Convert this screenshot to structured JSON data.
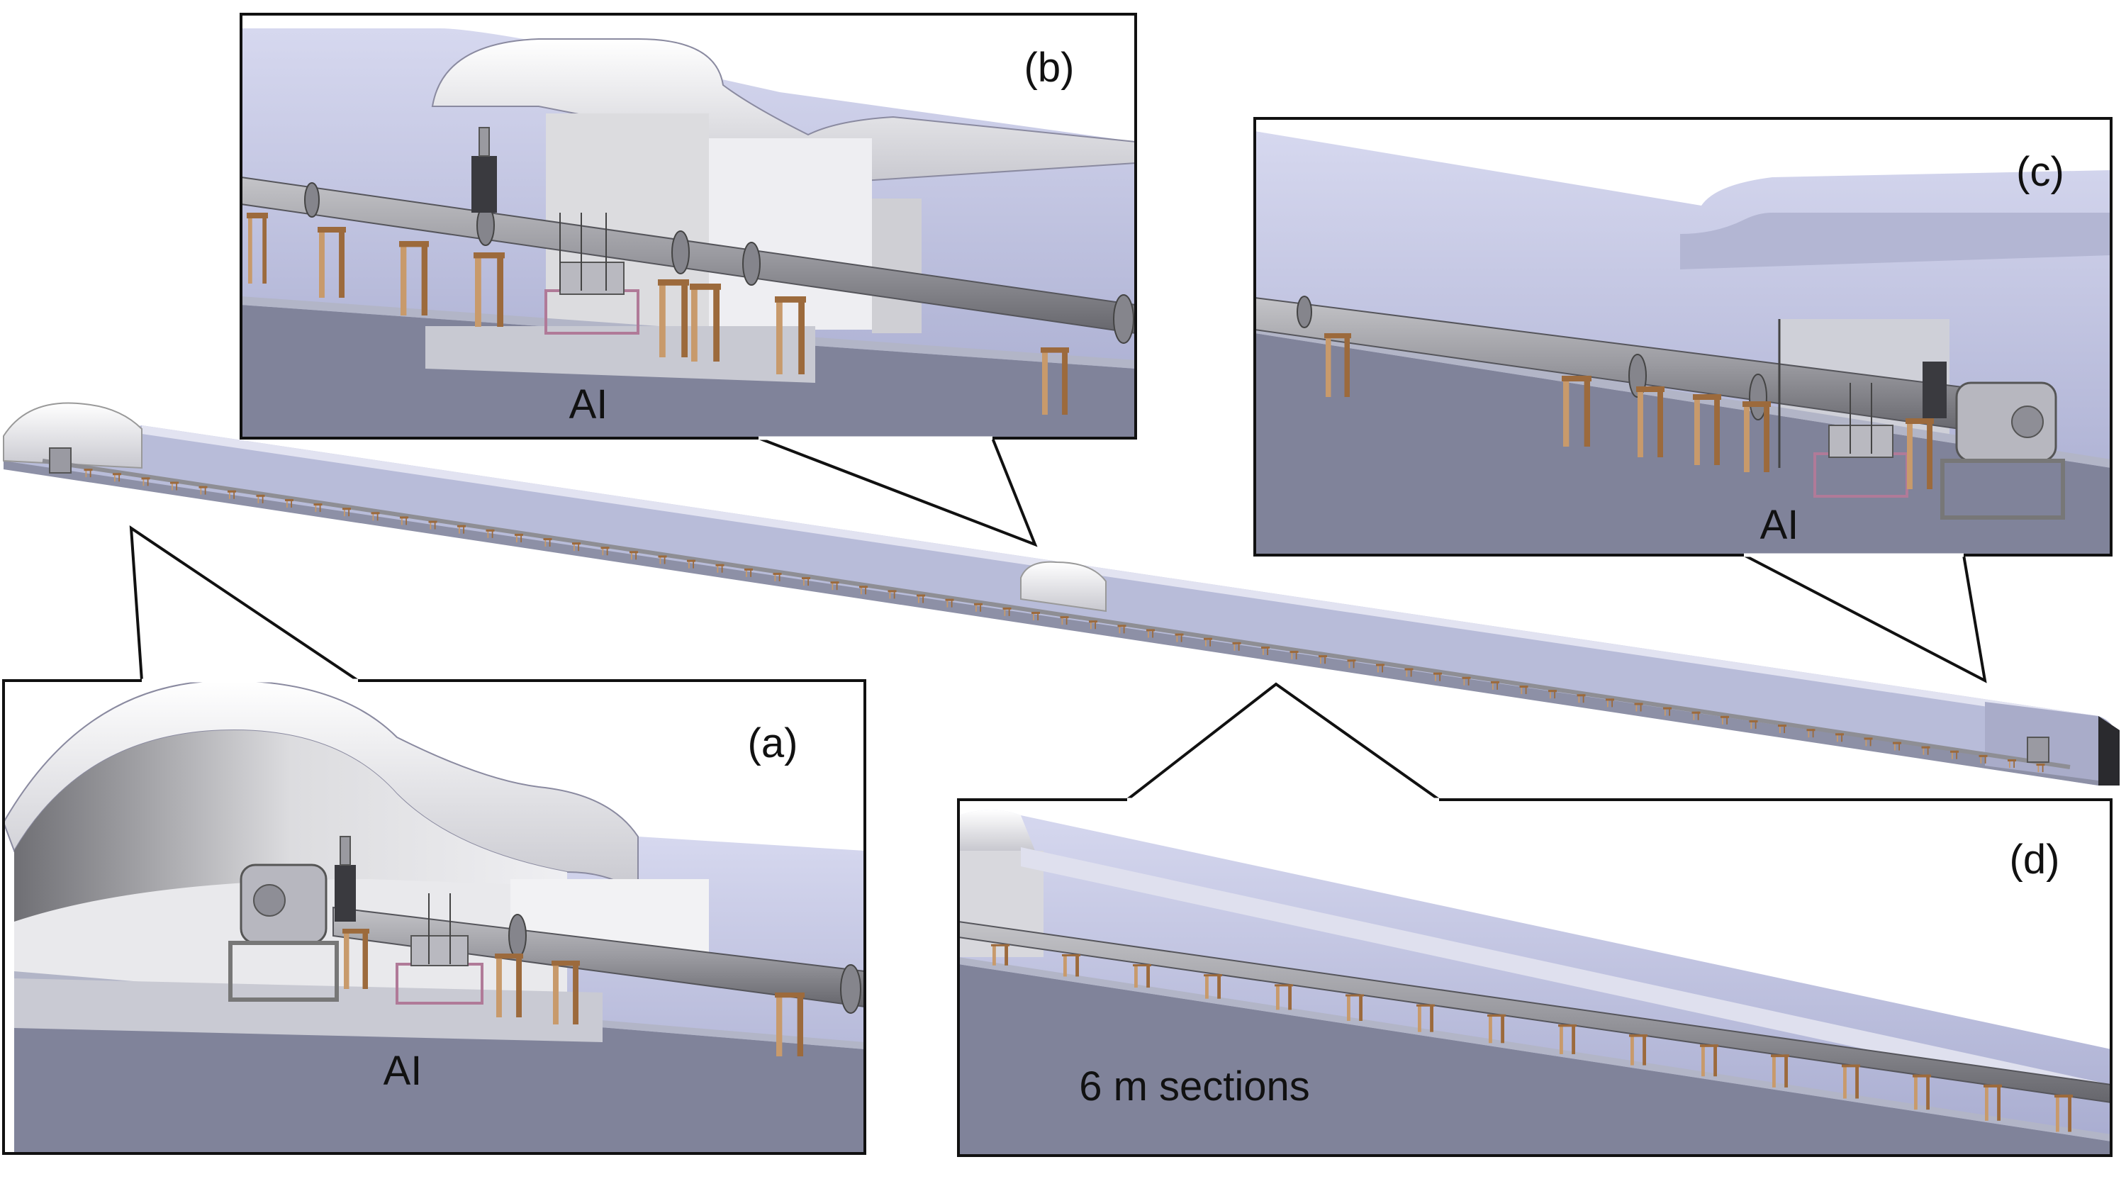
{
  "panels": [
    {
      "id": "a",
      "tag": "(a)",
      "caption": "AI"
    },
    {
      "id": "b",
      "tag": "(b)",
      "caption": "AI"
    },
    {
      "id": "c",
      "tag": "(c)",
      "caption": "AI"
    },
    {
      "id": "d",
      "tag": "(d)",
      "caption": "6 m sections"
    }
  ],
  "colors": {
    "tunnel_wall": "#c9cce6",
    "tunnel_wall_dark": "#9ea3c8",
    "floor": "#7d8092",
    "floor_light": "#b9bcc8",
    "dome": "#e9e9ee",
    "pipe": "#9b9ba0",
    "pipe_dark": "#6e6e74",
    "support": "#c89a6b",
    "support_dark": "#9c6a3c",
    "frame_outline": "#111111"
  }
}
